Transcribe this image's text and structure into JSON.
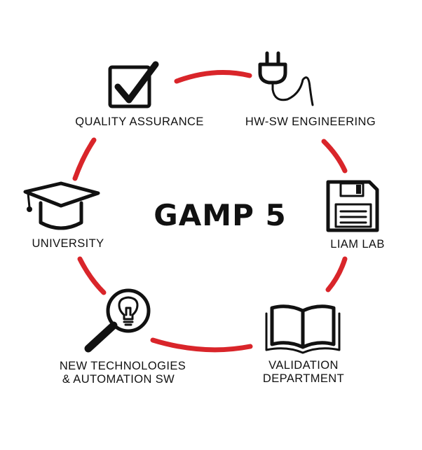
{
  "title": "GAMP 5",
  "accent_color": "#d9252a",
  "nodes": [
    {
      "id": "quality-assurance",
      "label_lines": [
        "QUALITY ASSURANCE"
      ],
      "icon": "checkbox-icon"
    },
    {
      "id": "hw-sw-engineering",
      "label_lines": [
        "HW-SW ENGINEERING"
      ],
      "icon": "plug-icon"
    },
    {
      "id": "liam-lab",
      "label_lines": [
        "LIAM LAB"
      ],
      "icon": "floppy-disk-icon"
    },
    {
      "id": "validation-department",
      "label_lines": [
        "VALIDATION",
        "DEPARTMENT"
      ],
      "icon": "open-book-icon"
    },
    {
      "id": "new-technologies",
      "label_lines": [
        "NEW TECHNOLOGIES",
        "& AUTOMATION SW"
      ],
      "icon": "magnifier-lightbulb-icon"
    },
    {
      "id": "university",
      "label_lines": [
        "UNIVERSITY"
      ],
      "icon": "graduation-cap-icon"
    }
  ]
}
